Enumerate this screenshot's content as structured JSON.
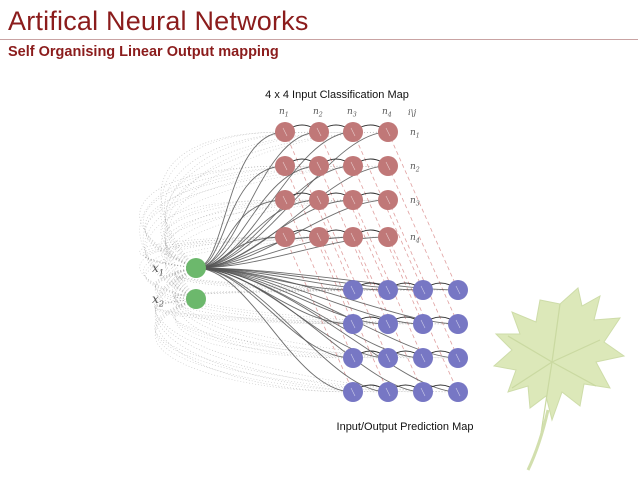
{
  "slide": {
    "title": "Artifical Neural Networks",
    "subtitle": "Self Organising Linear Output mapping"
  },
  "diagram": {
    "top_map_label": "4 x 4 Input Classification Map",
    "bottom_map_label": "Input/Output Prediction Map",
    "input_labels": [
      "x1",
      "x2"
    ],
    "column_labels": [
      "n1",
      "n2",
      "n3",
      "n4"
    ],
    "column_corner_label": "i\\j",
    "row_labels": [
      "n1",
      "n2",
      "n3",
      "n4"
    ],
    "grid_size": 4,
    "colors": {
      "input_node": "#6cb86c",
      "classification_node": "#c07878",
      "prediction_node": "#7777c4",
      "connection_line": "#555555",
      "dashed_link": "#e0a0a0",
      "leaf": "#d4e3a8",
      "title": "#8b1c1c"
    }
  }
}
